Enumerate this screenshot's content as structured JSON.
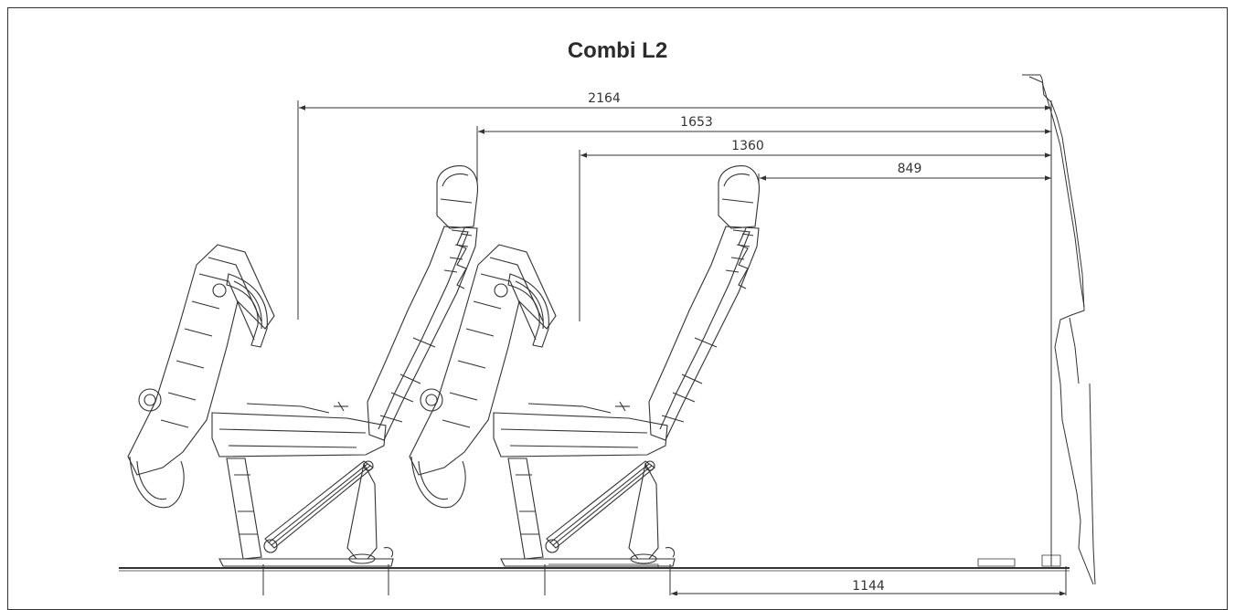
{
  "title": "Combi L2",
  "dimensions": [
    {
      "id": "row1-backrest-to-partition",
      "value": "2164"
    },
    {
      "id": "row2-headrest-to-partition",
      "value": "1653"
    },
    {
      "id": "row3-backrest-to-partition",
      "value": "1360"
    },
    {
      "id": "row4-headrest-to-partition",
      "value": "849"
    },
    {
      "id": "rail-to-partition",
      "value": "1144"
    }
  ],
  "colors": {
    "line": "#333333",
    "background": "#ffffff"
  }
}
